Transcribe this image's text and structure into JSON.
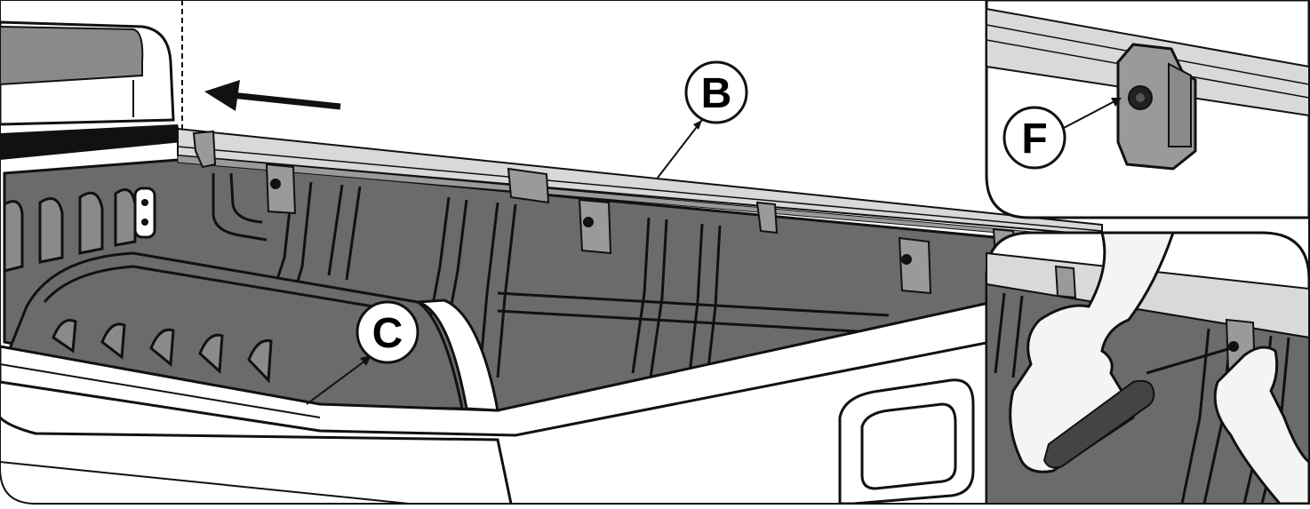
{
  "callouts": {
    "rail_label": "B",
    "bed_label": "C",
    "fastener_label": "F"
  },
  "palette": {
    "outline": "#111111",
    "bed_dark": "#6b6b6b",
    "bed_mid": "#8a8a8a",
    "rail_light": "#d9d9d9",
    "clamp_gray": "#9a9a9a",
    "skin": "#f4f4f4"
  }
}
